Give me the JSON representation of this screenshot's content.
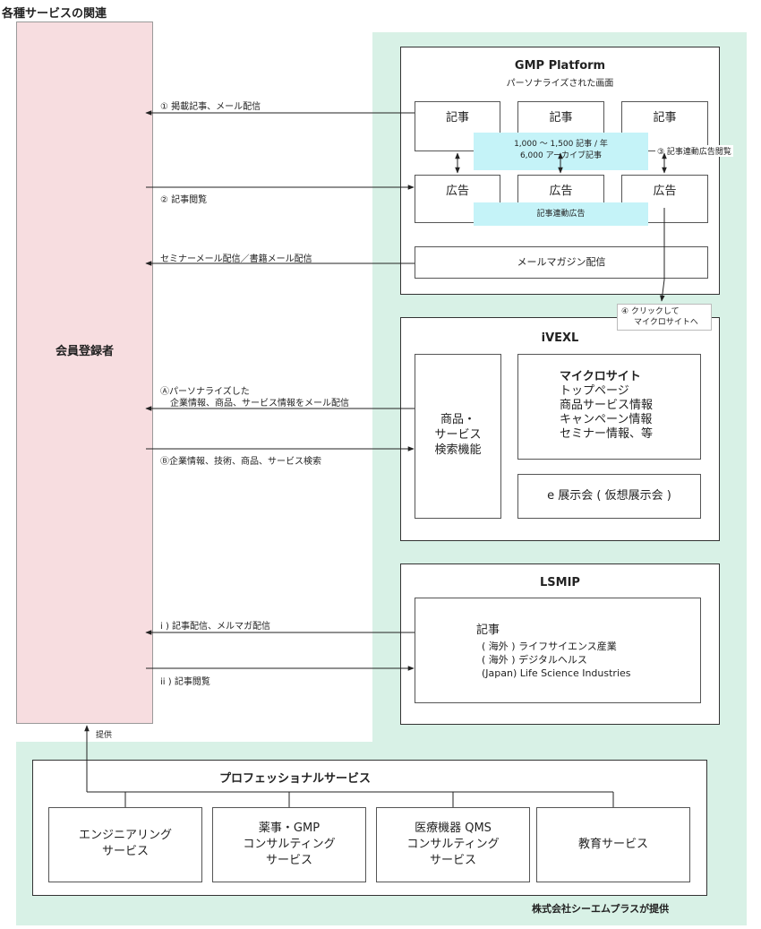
{
  "title": "各種サービスの関連",
  "member": {
    "label": "会員登録者"
  },
  "provide_label": "提供",
  "footer": "株式会社シーエムプラスが提供",
  "gmp": {
    "title": "GMP Platform",
    "subtitle": "パーソナライズされた画面",
    "article": "記事",
    "ad": "広告",
    "stats_line1": "1,000 〜 1,500 記事 / 年",
    "stats_line2": "6,000 アーカイブ記事",
    "linked_ad": "記事連動広告",
    "mail": "メールマガジン配信",
    "note3": "③ 記事連動広告閲覧"
  },
  "ivexl": {
    "title": "iVEXL",
    "search_lines": [
      "商品・",
      "サービス",
      "検索機能"
    ],
    "microsite_title": "マイクロサイト",
    "microsite_items": [
      "トップページ",
      "商品サービス情報",
      "キャンペーン情報",
      "セミナー情報、等"
    ],
    "expo": "e 展示会 ( 仮想展示会 )",
    "note4_line1": "④ クリックして",
    "note4_line2": "マイクロサイトへ"
  },
  "lsmip": {
    "title": "LSMIP",
    "article_title": "記事",
    "items": [
      "( 海外 ) ライフサイエンス産業",
      "( 海外 ) デジタルヘルス",
      "(Japan) Life Science Industries"
    ]
  },
  "flows": {
    "f1": "① 掲載記事、メール配信",
    "f2": "② 記事閲覧",
    "seminar": "セミナーメール配信／書籍メール配信",
    "fa_line1": "Ⓐパーソナライズした",
    "fa_line2": "企業情報、商品、サービス情報をメール配信",
    "fb": "Ⓑ企業情報、技術、商品、サービス検索",
    "fi": "i ) 記事配信、メルマガ配信",
    "fii": "ii ) 記事閲覧"
  },
  "professional": {
    "title": "プロフェッショナルサービス",
    "services": [
      [
        "エンジニアリング",
        "サービス"
      ],
      [
        "薬事・GMP",
        "コンサルティング",
        "サービス"
      ],
      [
        "医療機器 QMS",
        "コンサルティング",
        "サービス"
      ],
      [
        "教育サービス"
      ]
    ]
  }
}
